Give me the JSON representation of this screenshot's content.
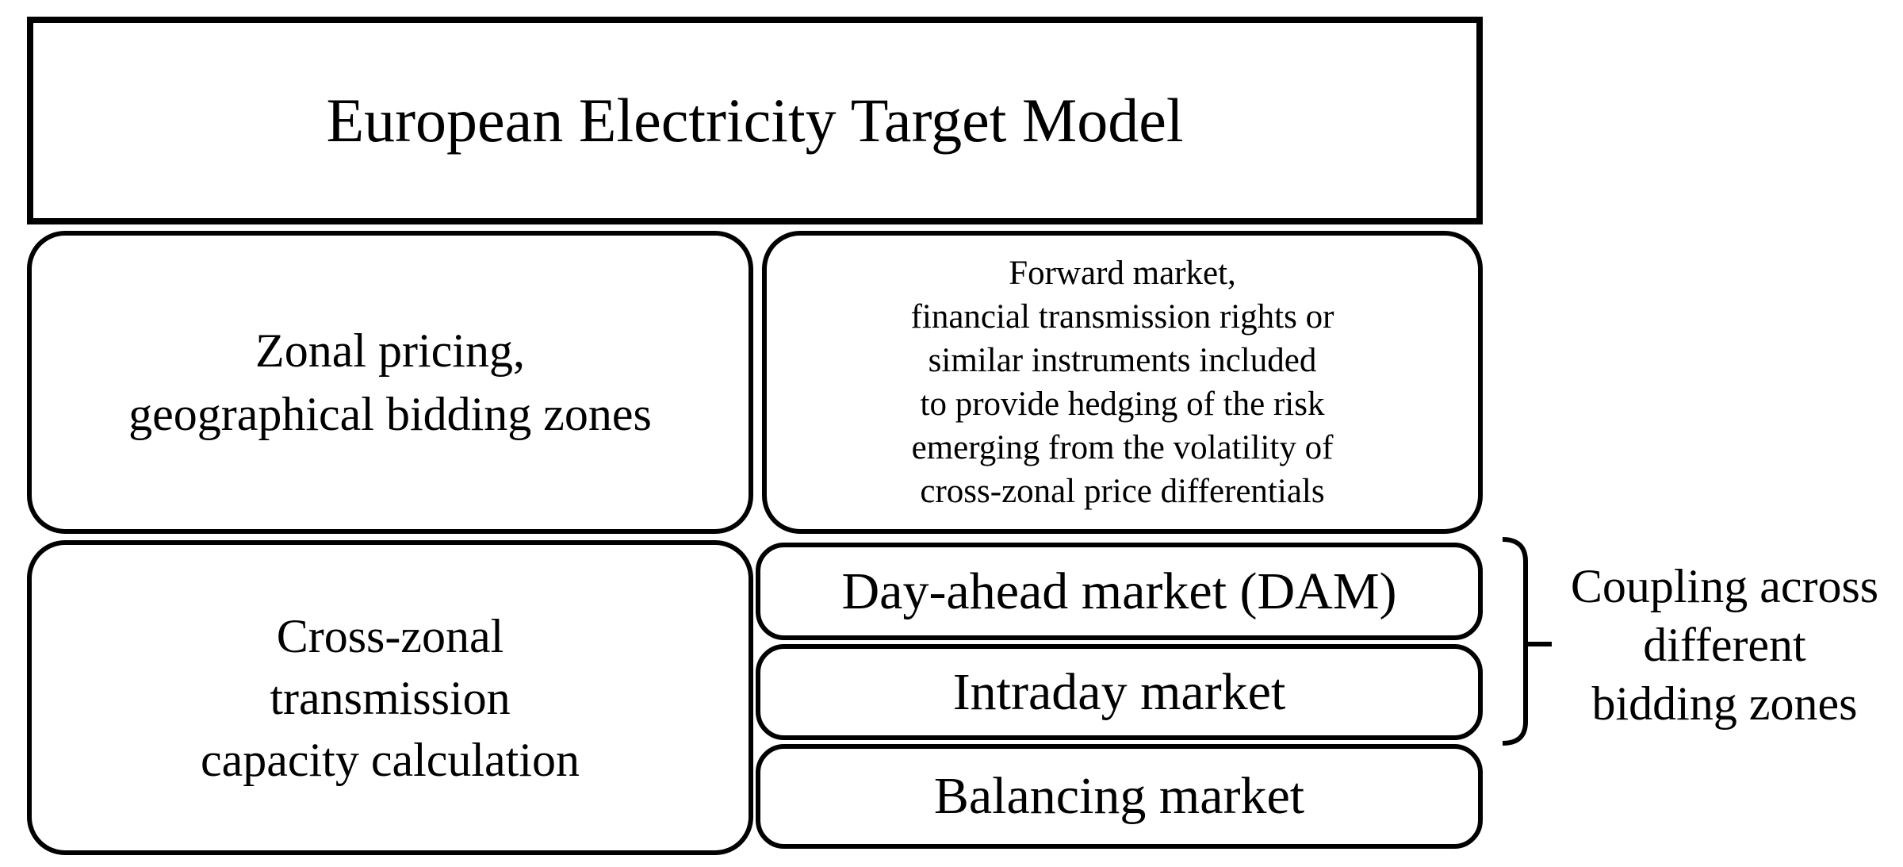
{
  "page": {
    "background_color": "#ffffff",
    "ink_color": "#000000"
  },
  "diagram": {
    "title": "European Electricity Target Model",
    "boxes": {
      "zonal": {
        "lines": [
          "Zonal pricing,",
          "geographical bidding zones"
        ]
      },
      "forward": {
        "lines": [
          "Forward market,",
          "financial transmission rights or",
          "similar instruments included",
          "to provide hedging of the risk",
          "emerging from the volatility of",
          "cross-zonal price differentials"
        ]
      },
      "cross_zonal": {
        "lines": [
          "Cross-zonal",
          "transmission",
          "capacity calculation"
        ]
      },
      "day_ahead": {
        "label": "Day-ahead market (DAM)"
      },
      "intraday": {
        "label": "Intraday market"
      },
      "balancing": {
        "label": "Balancing market"
      }
    },
    "brace_label": {
      "lines": [
        "Coupling across",
        "different",
        "bidding zones"
      ]
    }
  }
}
